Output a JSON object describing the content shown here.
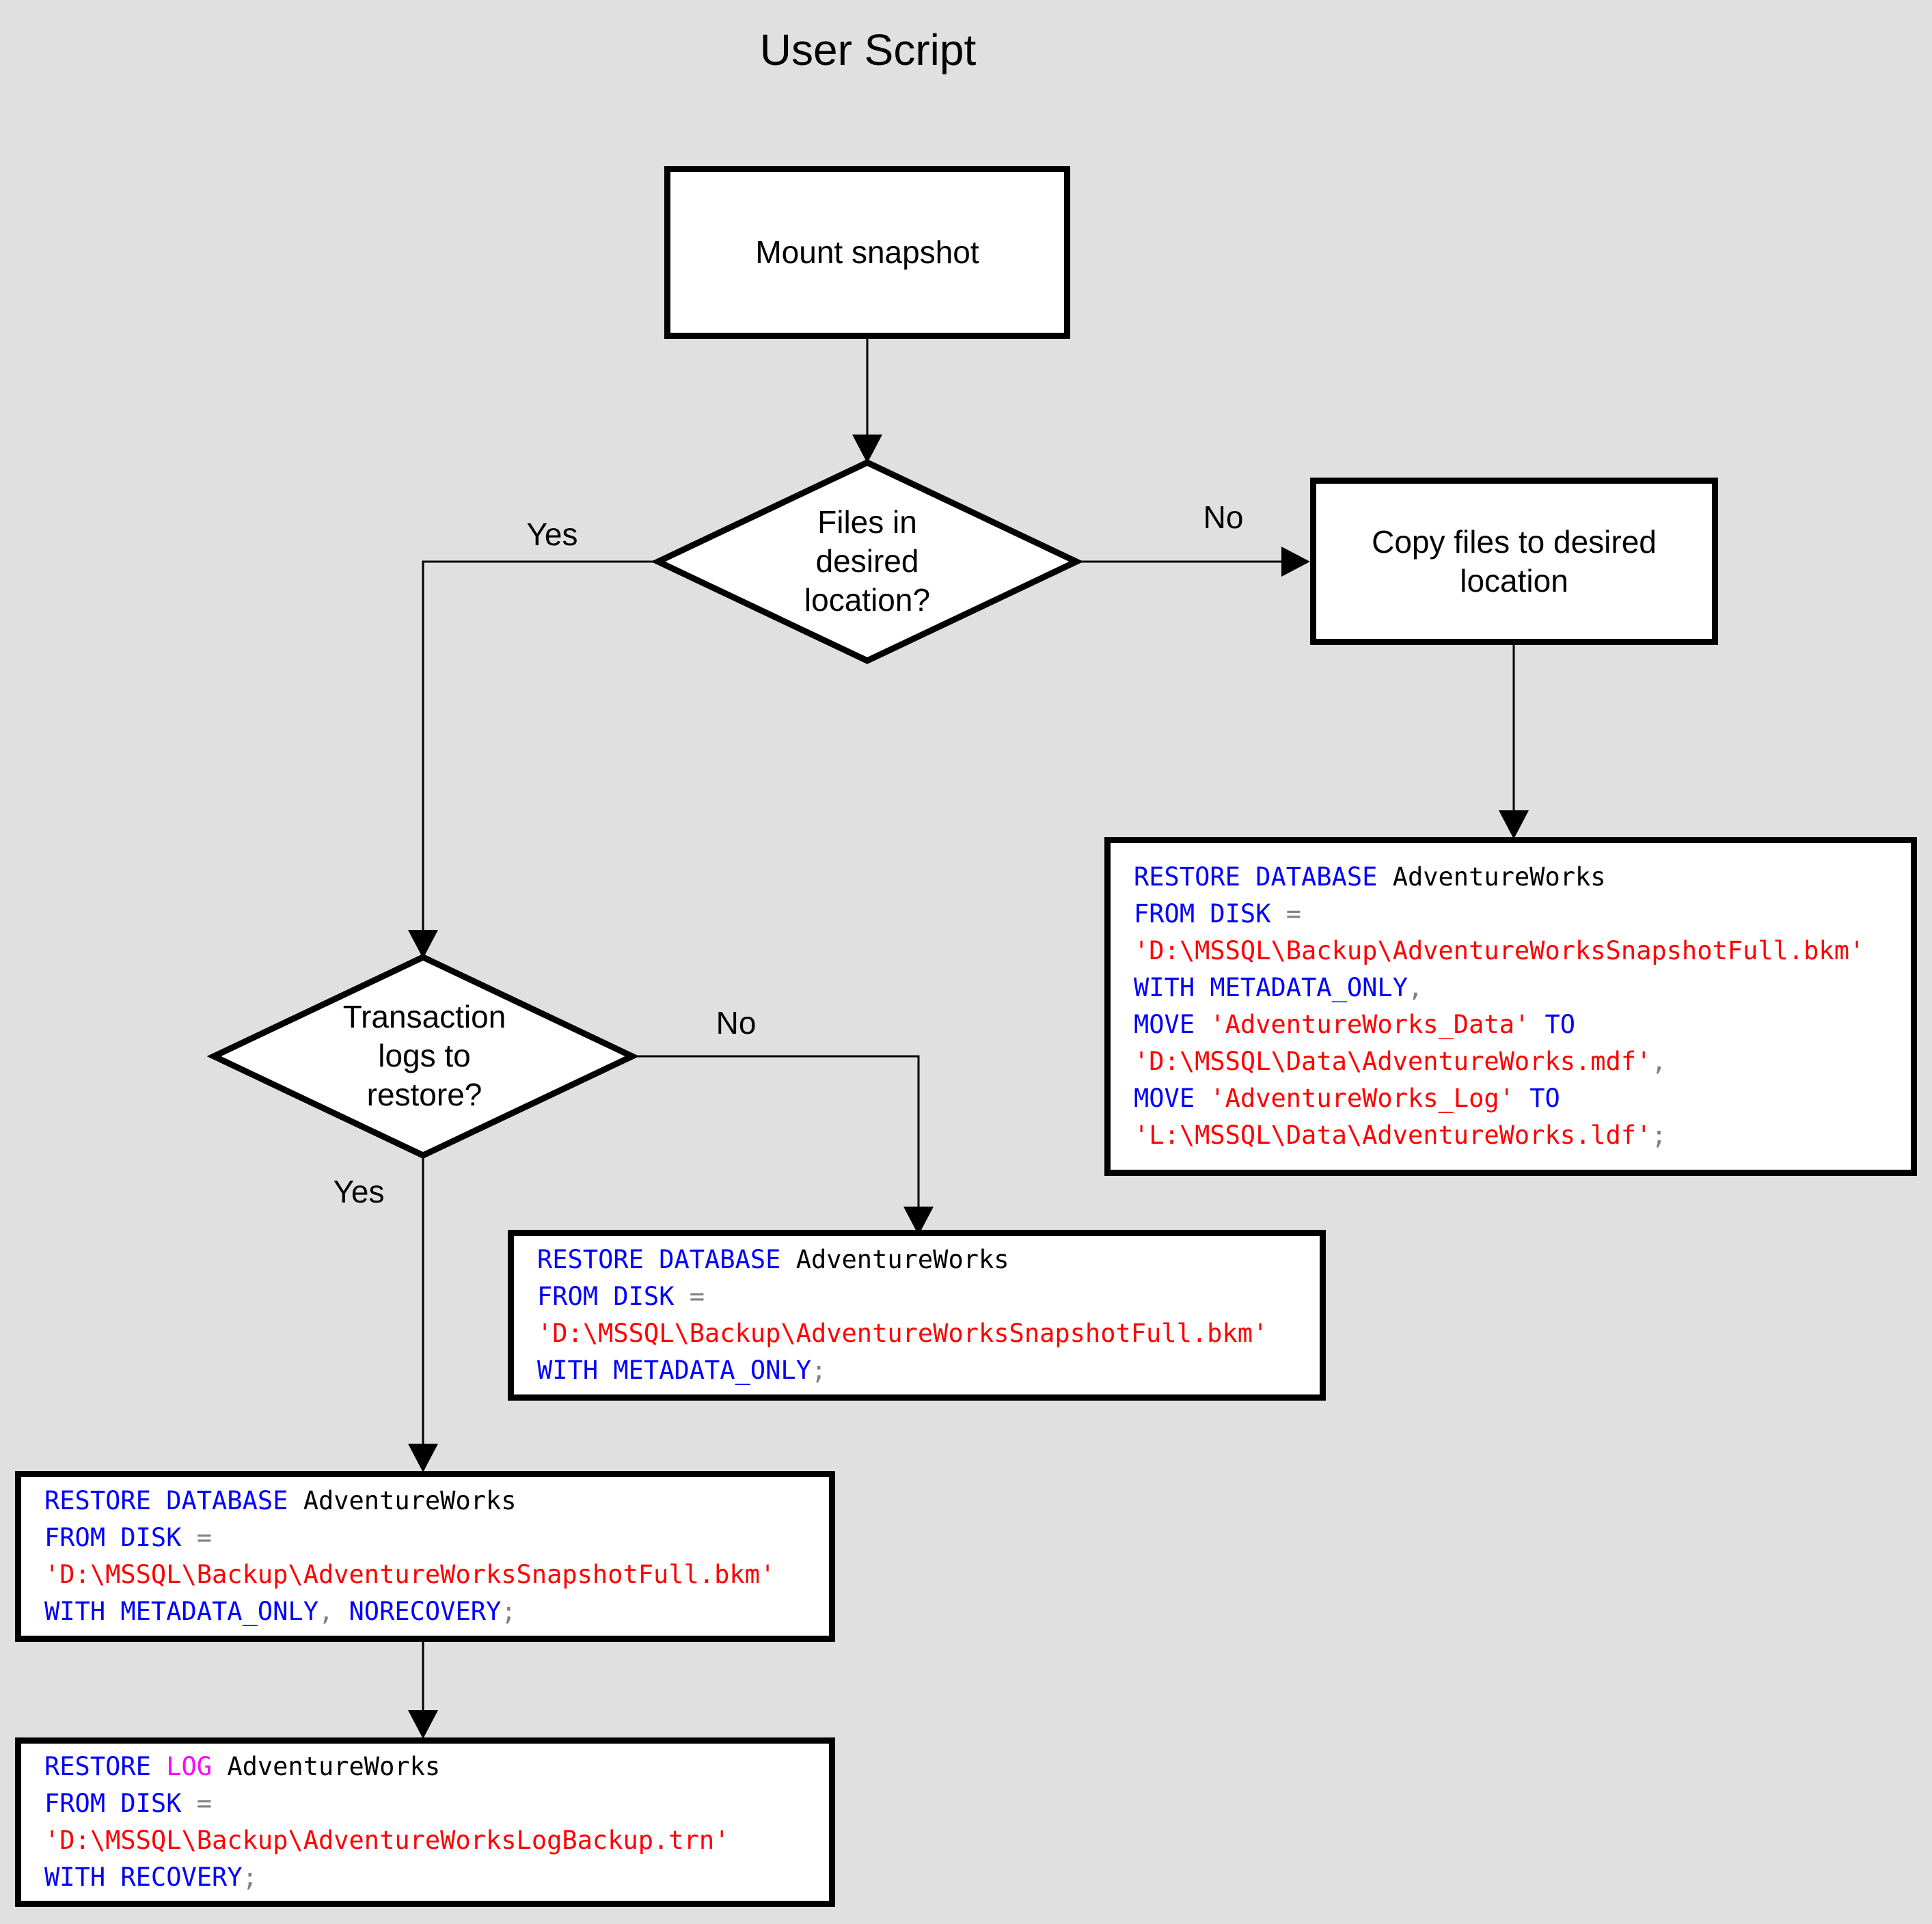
{
  "title": "User Script",
  "colors": {
    "bg": "#E0E0E0",
    "shape_fill": "#FFFFFF",
    "line": "#000000",
    "keyword": "#0000FF",
    "string": "#FF0000",
    "identifier": "#000000",
    "operator": "#808080",
    "log_keyword": "#FF00FF"
  },
  "nodes": {
    "mount": {
      "label": "Mount snapshot"
    },
    "copy": {
      "label": "Copy files to desired location"
    },
    "decision_files": {
      "lines": [
        "Files in",
        "desired",
        "location?"
      ]
    },
    "decision_logs": {
      "lines": [
        "Transaction",
        "logs to",
        "restore?"
      ]
    }
  },
  "branch_labels": {
    "files_yes": "Yes",
    "files_no": "No",
    "logs_yes": "Yes",
    "logs_no": "No"
  },
  "code_blocks": {
    "right": {
      "lines": [
        [
          {
            "t": "RESTORE DATABASE",
            "c": "kw"
          },
          {
            "t": " AdventureWorks",
            "c": "id"
          }
        ],
        [
          {
            "t": "FROM DISK ",
            "c": "kw"
          },
          {
            "t": "=",
            "c": "op"
          }
        ],
        [
          {
            "t": "'D:\\MSSQL\\Backup\\AdventureWorksSnapshotFull.bkm'",
            "c": "str"
          }
        ],
        [
          {
            "t": "WITH METADATA_ONLY",
            "c": "kw"
          },
          {
            "t": ",",
            "c": "op"
          }
        ],
        [
          {
            "t": "MOVE ",
            "c": "kw"
          },
          {
            "t": "'AdventureWorks_Data'",
            "c": "str"
          },
          {
            "t": " TO",
            "c": "kw"
          }
        ],
        [
          {
            "t": "'D:\\MSSQL\\Data\\AdventureWorks.mdf'",
            "c": "str"
          },
          {
            "t": ",",
            "c": "op"
          }
        ],
        [
          {
            "t": "MOVE ",
            "c": "kw"
          },
          {
            "t": "'AdventureWorks_Log'",
            "c": "str"
          },
          {
            "t": " TO",
            "c": "kw"
          }
        ],
        [
          {
            "t": "'L:\\MSSQL\\Data\\AdventureWorks.ldf'",
            "c": "str"
          },
          {
            "t": ";",
            "c": "op"
          }
        ]
      ]
    },
    "middle": {
      "lines": [
        [
          {
            "t": "RESTORE DATABASE",
            "c": "kw"
          },
          {
            "t": " AdventureWorks",
            "c": "id"
          }
        ],
        [
          {
            "t": "FROM DISK ",
            "c": "kw"
          },
          {
            "t": "=",
            "c": "op"
          }
        ],
        [
          {
            "t": "'D:\\MSSQL\\Backup\\AdventureWorksSnapshotFull.bkm'",
            "c": "str"
          }
        ],
        [
          {
            "t": "WITH METADATA_ONLY",
            "c": "kw"
          },
          {
            "t": ";",
            "c": "op"
          }
        ]
      ]
    },
    "left": {
      "lines": [
        [
          {
            "t": "RESTORE DATABASE",
            "c": "kw"
          },
          {
            "t": " AdventureWorks",
            "c": "id"
          }
        ],
        [
          {
            "t": "FROM DISK ",
            "c": "kw"
          },
          {
            "t": "=",
            "c": "op"
          }
        ],
        [
          {
            "t": "'D:\\MSSQL\\Backup\\AdventureWorksSnapshotFull.bkm'",
            "c": "str"
          }
        ],
        [
          {
            "t": "WITH METADATA_ONLY",
            "c": "kw"
          },
          {
            "t": ", ",
            "c": "op"
          },
          {
            "t": "NORECOVERY",
            "c": "kw"
          },
          {
            "t": ";",
            "c": "op"
          }
        ]
      ]
    },
    "bottom": {
      "lines": [
        [
          {
            "t": "RESTORE ",
            "c": "kw"
          },
          {
            "t": "LOG",
            "c": "log"
          },
          {
            "t": " AdventureWorks",
            "c": "id"
          }
        ],
        [
          {
            "t": "FROM DISK ",
            "c": "kw"
          },
          {
            "t": "=",
            "c": "op"
          }
        ],
        [
          {
            "t": "'D:\\MSSQL\\Backup\\AdventureWorksLogBackup.trn'",
            "c": "str"
          }
        ],
        [
          {
            "t": "WITH RECOVERY",
            "c": "kw"
          },
          {
            "t": ";",
            "c": "op"
          }
        ]
      ]
    }
  }
}
